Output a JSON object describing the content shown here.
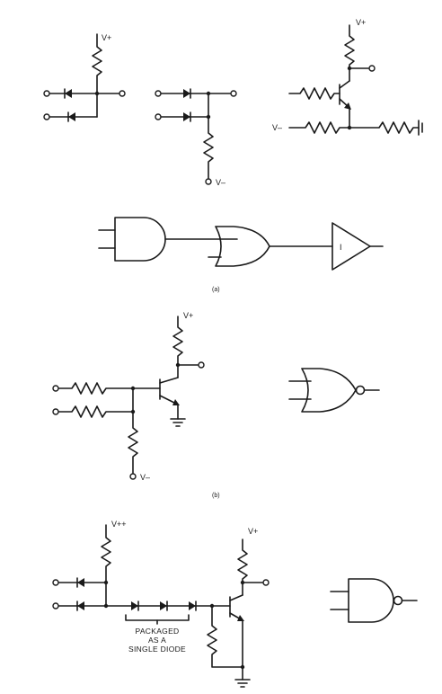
{
  "labels": {
    "vplus": "V+",
    "vminus": "V–",
    "vplusplus": "V++",
    "inv_symbol": "I"
  },
  "captions": {
    "a": "(a)",
    "b": "(b)"
  },
  "package_note": {
    "line1": "PACKAGED",
    "line2": "AS A",
    "line3": "SINGLE DIODE"
  }
}
